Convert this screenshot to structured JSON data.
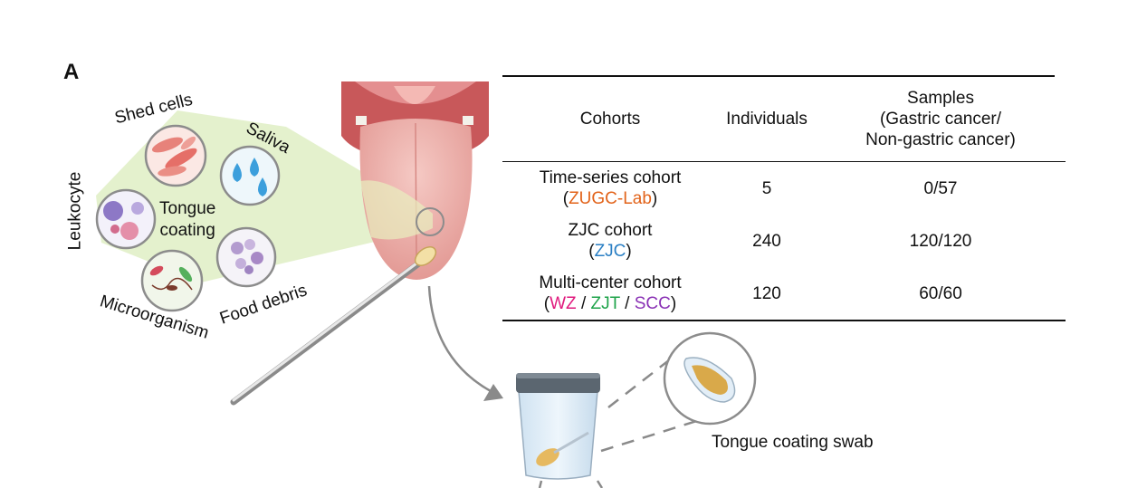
{
  "panel_label": "A",
  "diagram": {
    "labels": {
      "shed_cells": "Shed cells",
      "saliva": "Saliva",
      "leukocyte": "Leukocyte",
      "tongue_coating": [
        "Tongue",
        "coating"
      ],
      "microorganism": "Microorganism",
      "food_debris": "Food debris",
      "swab": "Tongue coating swab"
    },
    "icons": [
      "shed-cells-icon",
      "saliva-drops-icon",
      "leukocyte-icon",
      "microorganism-icon",
      "food-debris-icon",
      "tongue-icon",
      "swab-stick-icon",
      "sample-container-icon",
      "swab-magnified-icon"
    ]
  },
  "table": {
    "headers": {
      "cohorts": "Cohorts",
      "individuals": "Individuals",
      "samples": [
        "Samples",
        "(Gastric cancer/",
        "Non-gastric cancer)"
      ]
    },
    "rows": [
      {
        "name": "Time-series cohort",
        "open": "(",
        "sources": [
          "ZUGC-Lab"
        ],
        "close": ")",
        "individuals": "5",
        "samples": "0/57"
      },
      {
        "name": "ZJC cohort",
        "open": "(",
        "sources": [
          "ZJC"
        ],
        "close": ")",
        "individuals": "240",
        "samples": "120/120"
      },
      {
        "name": "Multi-center cohort",
        "open": "(",
        "sources": [
          "WZ",
          "ZJT",
          "SCC"
        ],
        "separator": " / ",
        "close": ")",
        "individuals": "120",
        "samples": "60/60"
      }
    ]
  },
  "colors": {
    "zugc_lab": "#e2631a",
    "zjc": "#2a7fc4",
    "wz": "#e0197d",
    "zjt": "#1ea34a",
    "scc": "#8a32b5",
    "coating_region": "#dfeec4"
  }
}
